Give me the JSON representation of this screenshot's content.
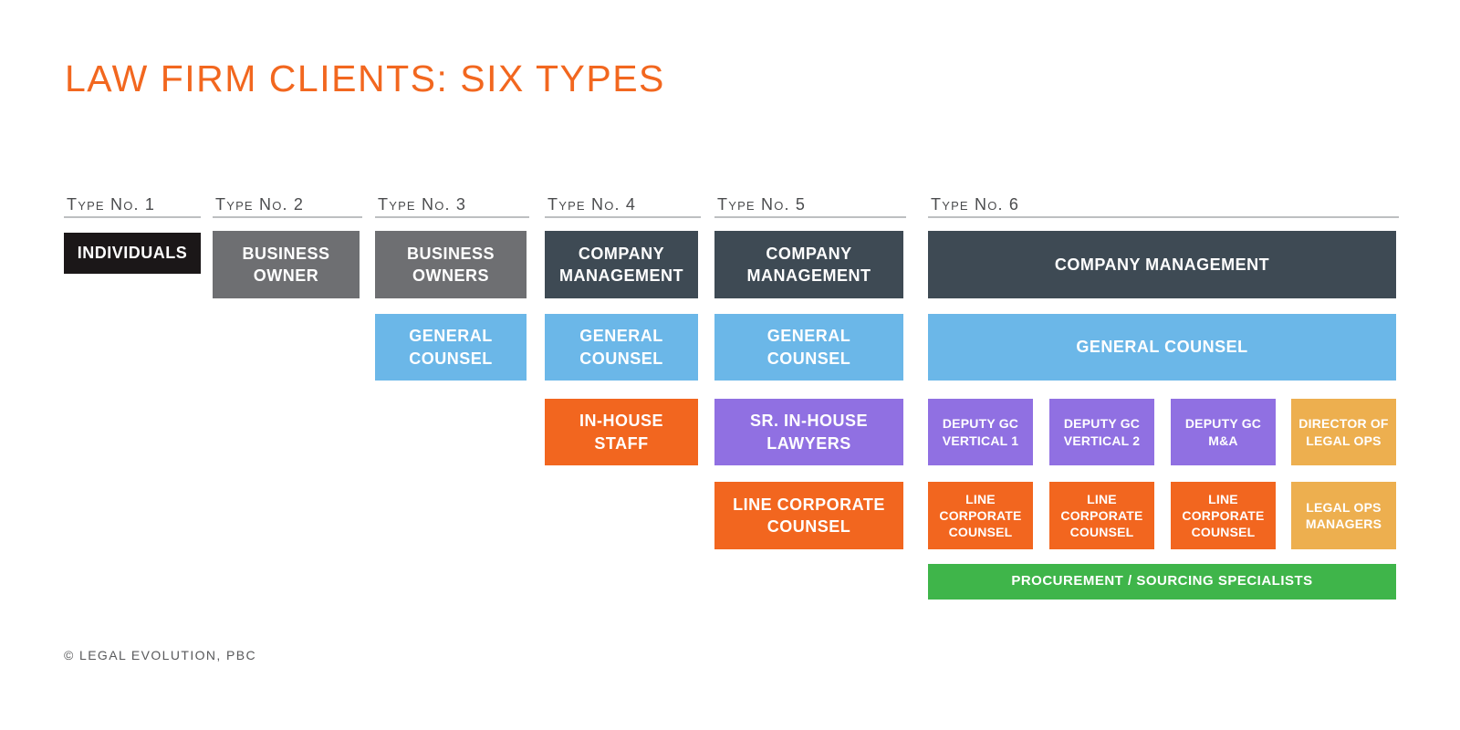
{
  "title": {
    "text": "LAW FIRM CLIENTS: SIX TYPES",
    "color": "#F2671F"
  },
  "footer": {
    "text": "© LEGAL EVOLUTION, PBC"
  },
  "colors": {
    "title_orange": "#F2671F",
    "box_black": "#1B1718",
    "box_gray": "#6E6F72",
    "box_slate": "#3E4A54",
    "box_blue": "#6BB7E8",
    "box_orange": "#F2661F",
    "box_purple": "#9070E2",
    "box_gold": "#EDAF4F",
    "box_green": "#3FB54A",
    "header_text": "#4B4C4E",
    "header_rule": "#BDBFC1",
    "footer_text": "#58595B"
  },
  "columns": [
    {
      "header": "Type No. 1",
      "boxes": [
        {
          "label": "INDIVIDUALS",
          "color": "black"
        }
      ]
    },
    {
      "header": "Type No. 2",
      "boxes": [
        {
          "label": "BUSINESS\nOWNER",
          "color": "gray"
        }
      ]
    },
    {
      "header": "Type No. 3",
      "boxes": [
        {
          "label": "BUSINESS\nOWNERS",
          "color": "gray"
        },
        {
          "label": "GENERAL\nCOUNSEL",
          "color": "blue"
        }
      ]
    },
    {
      "header": "Type No. 4",
      "boxes": [
        {
          "label": "COMPANY\nMANAGEMENT",
          "color": "slate"
        },
        {
          "label": "GENERAL\nCOUNSEL",
          "color": "blue"
        },
        {
          "label": "IN-HOUSE\nSTAFF",
          "color": "orange"
        }
      ]
    },
    {
      "header": "Type No. 5",
      "boxes": [
        {
          "label": "COMPANY\nMANAGEMENT",
          "color": "slate"
        },
        {
          "label": "GENERAL COUNSEL",
          "color": "blue"
        },
        {
          "label": "SR. IN-HOUSE\nLAWYERS",
          "color": "purple"
        },
        {
          "label": "LINE CORPORATE\nCOUNSEL",
          "color": "orange"
        }
      ]
    },
    {
      "header": "Type No. 6",
      "boxes": [
        {
          "label": "COMPANY MANAGEMENT",
          "color": "slate"
        },
        {
          "label": "GENERAL COUNSEL",
          "color": "blue"
        },
        {
          "label": "DEPUTY GC\nVERTICAL 1",
          "color": "purple"
        },
        {
          "label": "DEPUTY GC\nVERTICAL 2",
          "color": "purple"
        },
        {
          "label": "DEPUTY GC\nM&A",
          "color": "purple"
        },
        {
          "label": "DIRECTOR OF\nLEGAL OPS",
          "color": "gold"
        },
        {
          "label": "LINE\nCORPORATE\nCOUNSEL",
          "color": "orange"
        },
        {
          "label": "LINE\nCORPORATE\nCOUNSEL",
          "color": "orange"
        },
        {
          "label": "LINE\nCORPORATE\nCOUNSEL",
          "color": "orange"
        },
        {
          "label": "LEGAL OPS\nMANAGERS",
          "color": "gold"
        },
        {
          "label": "PROCUREMENT / SOURCING SPECIALISTS",
          "color": "green"
        }
      ]
    }
  ]
}
